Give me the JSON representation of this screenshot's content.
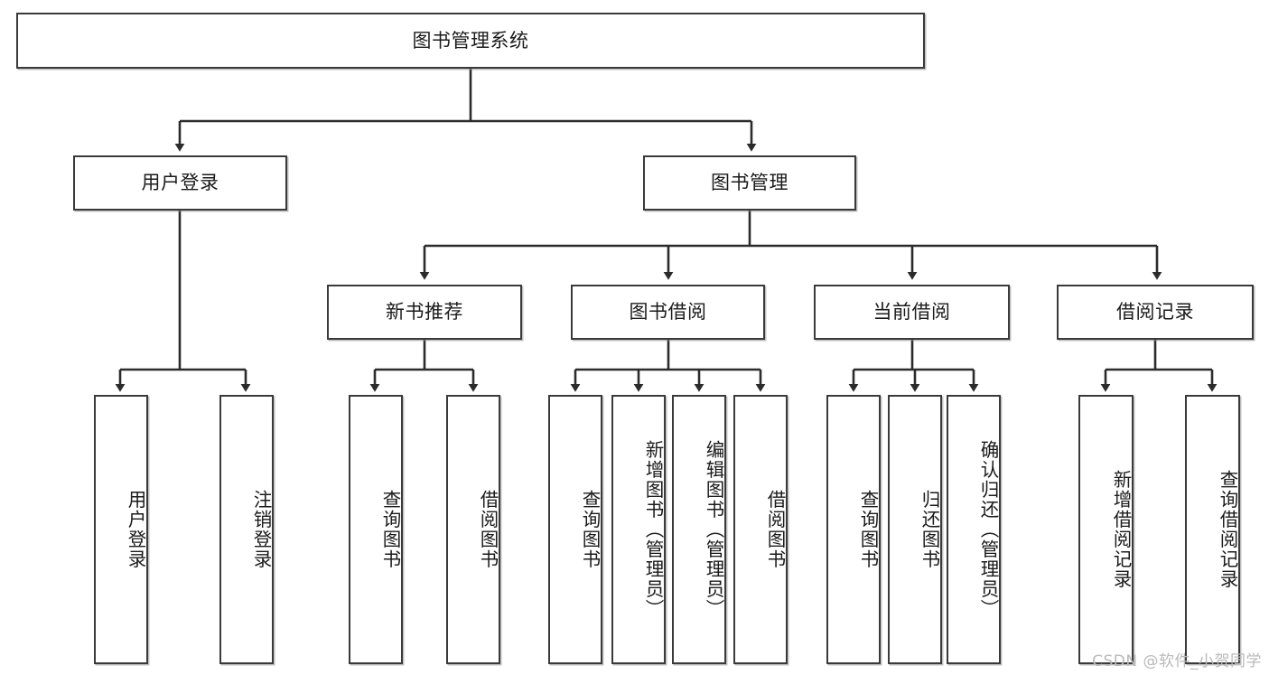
{
  "diagram": {
    "type": "tree",
    "title": "图书管理系统",
    "watermark": "CSDN @软件_小贺同学",
    "colors": {
      "box_border": "#3a3a3a",
      "box_fill": "#ffffff",
      "line": "#2b2b2b",
      "text": "#1b1b1b",
      "watermark": "#b9b9b9"
    },
    "nodes": {
      "root": {
        "label": "图书管理系统",
        "level": 1
      },
      "l2": [
        {
          "id": "user_login",
          "label": "用户登录"
        },
        {
          "id": "book_mgmt",
          "label": "图书管理"
        }
      ],
      "l3": [
        {
          "id": "new_book_rec",
          "label": "新书推荐"
        },
        {
          "id": "book_borrow",
          "label": "图书借阅"
        },
        {
          "id": "current_borrow",
          "label": "当前借阅"
        },
        {
          "id": "borrow_record",
          "label": "借阅记录"
        }
      ],
      "leaves": [
        {
          "id": "leaf_user_login",
          "label": "用户登录",
          "parent": "user_login"
        },
        {
          "id": "leaf_logout",
          "label": "注销登录",
          "parent": "user_login"
        },
        {
          "id": "leaf_query_book_1",
          "label": "查询图书",
          "parent": "new_book_rec"
        },
        {
          "id": "leaf_borrow_book_1",
          "label": "借阅图书",
          "parent": "new_book_rec"
        },
        {
          "id": "leaf_query_book_2",
          "label": "查询图书",
          "parent": "book_borrow"
        },
        {
          "id": "leaf_add_book",
          "label": "新增图书（管理员）",
          "parent": "book_borrow"
        },
        {
          "id": "leaf_edit_book",
          "label": "编辑图书（管理员）",
          "parent": "book_borrow"
        },
        {
          "id": "leaf_borrow_book_2",
          "label": "借阅图书",
          "parent": "book_borrow"
        },
        {
          "id": "leaf_query_book_3",
          "label": "查询图书",
          "parent": "current_borrow"
        },
        {
          "id": "leaf_return_book",
          "label": "归还图书",
          "parent": "current_borrow"
        },
        {
          "id": "leaf_confirm_return",
          "label": "确认归还（管理员）",
          "parent": "current_borrow"
        },
        {
          "id": "leaf_add_record",
          "label": "新增借阅记录",
          "parent": "borrow_record"
        },
        {
          "id": "leaf_query_record",
          "label": "查询借阅记录",
          "parent": "borrow_record"
        }
      ]
    }
  }
}
